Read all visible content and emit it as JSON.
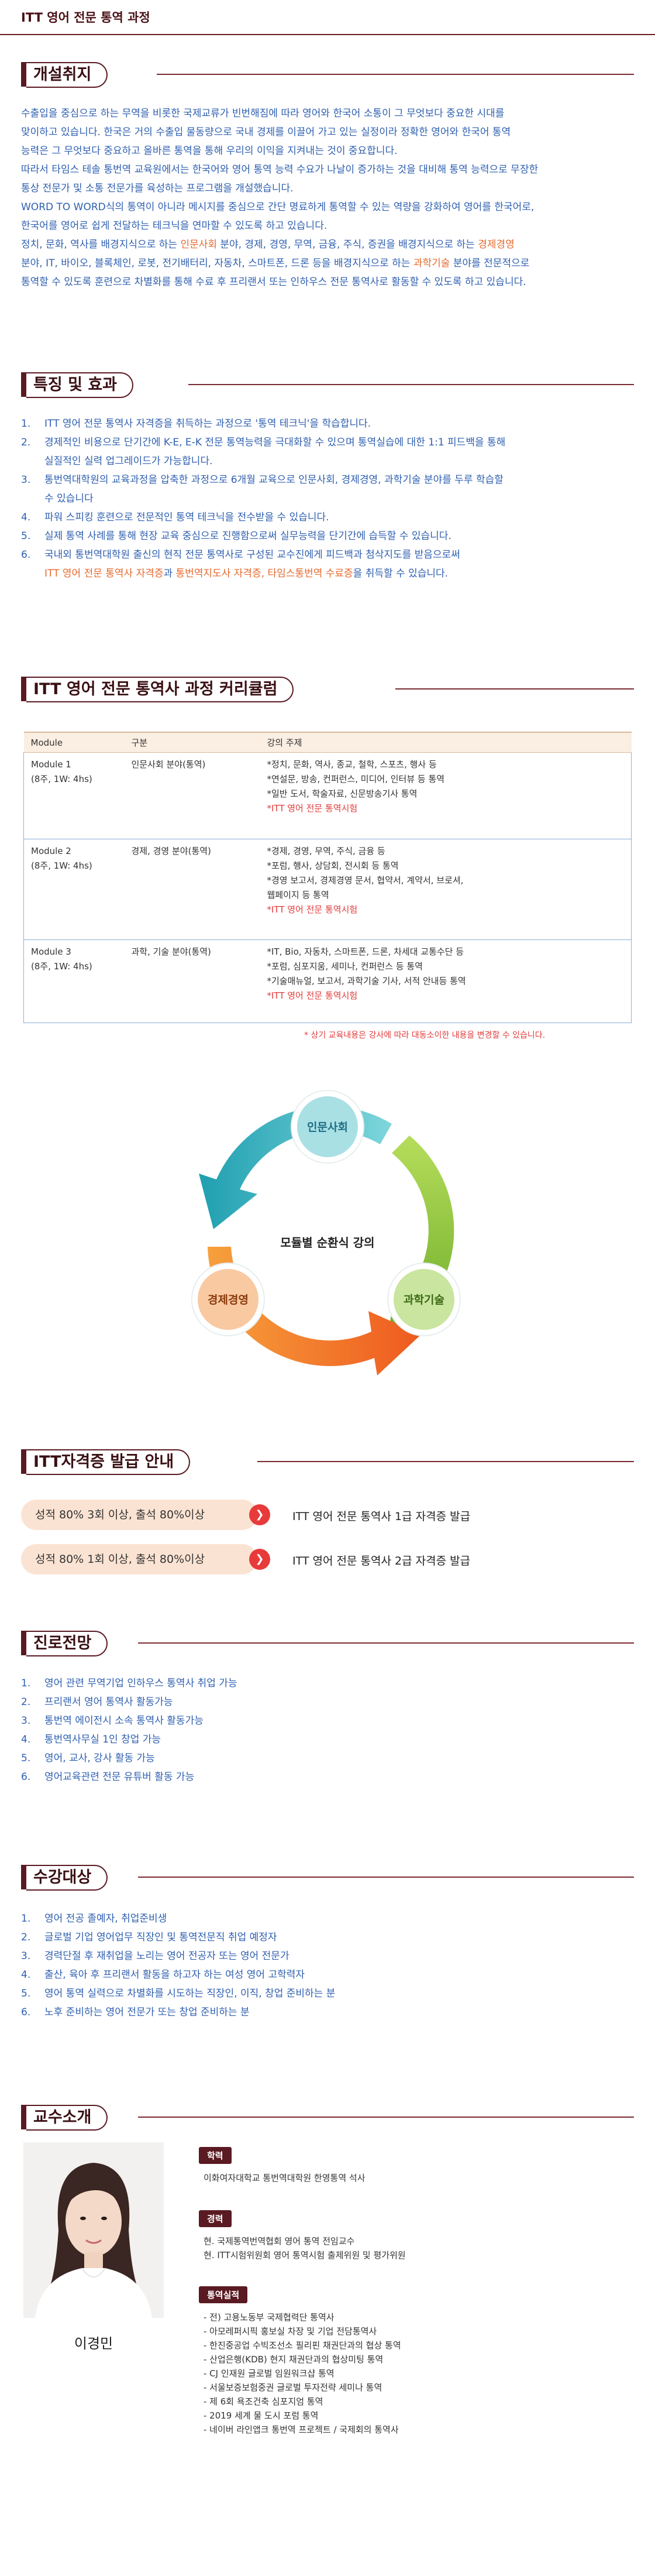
{
  "page_title": "ITT 영어 전문 통역 과정",
  "sections": {
    "purpose": {
      "title": "개설취지",
      "paragraphs": [
        "수출입을 중심으로 하는 무역을 비롯한 국제교류가 빈번해짐에 따라 영어와 한국어 소통이 그 무엇보다 중요한 시대를",
        "맞이하고 있습니다. 한국은 거의 수출입 물동량으로 국내 경제를 이끌어 가고 있는 실정이라 정확한 영어와 한국어 통역",
        "능력은 그 무엇보다 중요하고 올바른 통역을 통해 우리의 이익을 지켜내는 것이 중요합니다.",
        "따라서 타임스 테솔 통번역 교육원에서는 한국어와 영어 통역 능력 수요가 나날이 증가하는 것을 대비해 통역 능력으로 무장한",
        "통상 전문가 및 소통 전문가를 육성하는 프로그램을 개설했습니다.",
        "WORD TO WORD식의 통역이 아니라 메시지를 중심으로 간단 명료하게 통역할 수 있는 역량을 강화하여 영어를 한국어로,",
        "한국어를 영어로 쉽게 전달하는 테크닉을 연마할 수 있도록 하고 있습니다."
      ],
      "p8": {
        "a": "정치, 문화, 역사를 배경지식으로 하는 ",
        "b": "인문사회",
        "c": " 분야, 경제, 경영, 무역, 금융, 주식, 증권을 배경지식으로 하는 ",
        "d": "경제경영"
      },
      "p9": {
        "a": "분야, IT, 바이오, 블록체인, 로봇, 전기배터리, 자동차, 스마트폰, 드론 등을 배경지식으로 하는 ",
        "b": "과학기술",
        "c": " 분야를 전문적으로"
      },
      "p10": "통역할 수 있도록 훈련으로 차별화를 통해 수료 후 프리랜서 또는 인하우스 전문 통역사로 활동할 수 있도록 하고 있습니다."
    },
    "features": {
      "title": "특징 및 효과",
      "items": [
        {
          "num": "1.",
          "lines": [
            "ITT 영어 전문 통역사 자격증을 취득하는 과정으로 '통역 테크닉'을 학습합니다."
          ]
        },
        {
          "num": "2.",
          "lines": [
            "경제적인 비용으로 단기간에 K-E, E-K 전문 통역능력을 극대화할 수 있으며 통역실습에 대한 1:1 피드백을 통해",
            "실질적인 실력 업그레이드가 가능합니다."
          ]
        },
        {
          "num": "3.",
          "lines": [
            "통번역대학원의 교육과정을 압축한 과정으로 6개월 교육으로 인문사회, 경제경영, 과학기술 분야를 두루 학습할",
            "수 있습니다"
          ]
        },
        {
          "num": "4.",
          "lines": [
            "파워 스피킹 훈련으로 전문적인 통역 테크닉을 전수받을 수 있습니다."
          ]
        },
        {
          "num": "5.",
          "lines": [
            "실제 통역 사례를 통해 현장 교육 중심으로 진행함으로써 실무능력을 단기간에 습득할 수 있습니다."
          ]
        },
        {
          "num": "6.",
          "lines": [
            "국내외 통번역대학원 출신의 현직 전문 통역사로 구성된 교수진에게 피드백과 첨삭지도를 받음으로써"
          ]
        }
      ],
      "item6_line2": {
        "a": "ITT 영어 전문 통역사 자격증",
        "b": "과 ",
        "c": "통번역지도사 자격증, 타임스통번역 수료증",
        "d": "을 취득할 수 있습니다."
      }
    },
    "curriculum": {
      "title": "ITT 영어 전문 통역사 과정 커리큘럼",
      "headers": [
        "Module",
        "구분",
        "강의 주제"
      ],
      "rows": [
        {
          "module": "Module 1",
          "period": "(8주, 1W: 4hs)",
          "category": "인문사회 분야(통역)",
          "topics": [
            "*정치, 문화, 역사, 종교, 철학, 스포츠, 행사 등",
            "*연설문, 방송, 컨퍼런스, 미디어, 인터뷰 등 통역",
            "*일반 도서, 학술자료, 신문방송기사 통역"
          ],
          "exam": "*ITT 영어 전문 통역시험"
        },
        {
          "module": "Module 2",
          "period": "(8주, 1W: 4hs)",
          "category": "경제, 경영 분야(통역)",
          "topics": [
            "*경제, 경영, 무역, 주식, 금융 등",
            "*포럼, 행사, 상담회, 전시회 등 통역",
            "*경영 보고서, 경제경영 문서, 협약서, 계약서, 브로셔,",
            "웹페이지 등 통역"
          ],
          "exam": "*ITT 영어 전문 통역시험"
        },
        {
          "module": "Module 3",
          "period": "(8주, 1W: 4hs)",
          "category": "과학, 기술 분야(통역)",
          "topics": [
            "*IT, Bio, 자동차, 스마트폰, 드론, 차세대 교통수단 등",
            "*포럼, 심포지움, 세미나, 컨퍼런스 등 통역",
            "*기술매뉴얼, 보고서, 과학기술 기사, 서적 안내등 통역"
          ],
          "exam": "*ITT 영어 전문 통역시험"
        }
      ],
      "note": "* 상기 교육내용은 강사에 따라 대동소이한 내용을 변경할 수 있습니다."
    },
    "cycle": {
      "center": "모듈별 순환식 강의",
      "nodes": [
        "인문사회",
        "과학기술",
        "경제경영"
      ],
      "colors": {
        "teal": "#3bb9c4",
        "green": "#8cc43e",
        "orange": "#f07a2a"
      }
    },
    "certificate": {
      "title": "ITT자격증 발급 안내",
      "items": [
        {
          "condition": "성적 80% 3회 이상, 출석 80%이상",
          "result": "ITT 영어 전문 통역사 1급 자격증 발급"
        },
        {
          "condition": "성적 80% 1회 이상, 출석 80%이상",
          "result": "ITT 영어 전문 통역사 2급 자격증 발급"
        }
      ]
    },
    "career": {
      "title": "진로전망",
      "items": [
        {
          "num": "1.",
          "text": "영어 관련 무역기업 인하우스 통역사 취업 가능"
        },
        {
          "num": "2.",
          "text": "프리랜서 영어 통역사 활동가능"
        },
        {
          "num": "3.",
          "text": "통번역 에이전시 소속 통역사 활동가능"
        },
        {
          "num": "4.",
          "text": "통번역사무실 1인 창업 가능"
        },
        {
          "num": "5.",
          "text": "영어, 교사, 강사 활동 가능"
        },
        {
          "num": "6.",
          "text": "영어교육관련 전문 유튜버 활동 가능"
        }
      ]
    },
    "target": {
      "title": "수강대상",
      "items": [
        {
          "num": "1.",
          "text": "영어 전공 졸예자, 취업준비생"
        },
        {
          "num": "2.",
          "text": "글로벌 기업 영어업무 직장인 및 통역전문직 취업 예정자"
        },
        {
          "num": "3.",
          "text": "경력단절 후 재취업을 노리는 영어 전공자 또는 영어 전문가"
        },
        {
          "num": "4.",
          "text": "출산, 육아 후 프리랜서 활동을 하고자 하는 여성 영어 고학력자"
        },
        {
          "num": "5.",
          "text": "영어 통역 실력으로 차별화를 시도하는 직장인, 이직, 창업 준비하는 분"
        },
        {
          "num": "6.",
          "text": "노후 준비하는 영어 전문가 또는 창업 준비하는 분"
        }
      ]
    },
    "professor": {
      "title": "교수소개",
      "name": "이경민",
      "education_label": "학력",
      "education": [
        "이화여자대학교 통번역대학원 한영통역 석사"
      ],
      "career_label": "경력",
      "career": [
        "현. 국제통역번역협회 영어 통역 전임교수",
        "현. ITT시험위원회 영어 통역시험 출제위원 및 평가위원"
      ],
      "record_label": "통역실적",
      "records": [
        "- 전) 고용노동부 국제협력단 통역사",
        "- 아모레퍼시픽 홍보실 차장 및 기업 전담통역사",
        "- 한진중공업 수빅조선소 필리핀 채권단과의 협상 통역",
        "- 산업은행(KDB) 현지 채권단과의 협상미팅 통역",
        "- CJ 인재원 글로벌 임원워크샵 통역",
        "- 서울보증보험중권 글로벌 투자전략 세미나 통역",
        "- 제 6회 욕조건축 심포지엄 통역",
        "- 2019 세계 물 도시 포럼 통역",
        "- 네이버 라인앱크 통번역 프로젝트 / 국제회의 통역사"
      ]
    }
  }
}
